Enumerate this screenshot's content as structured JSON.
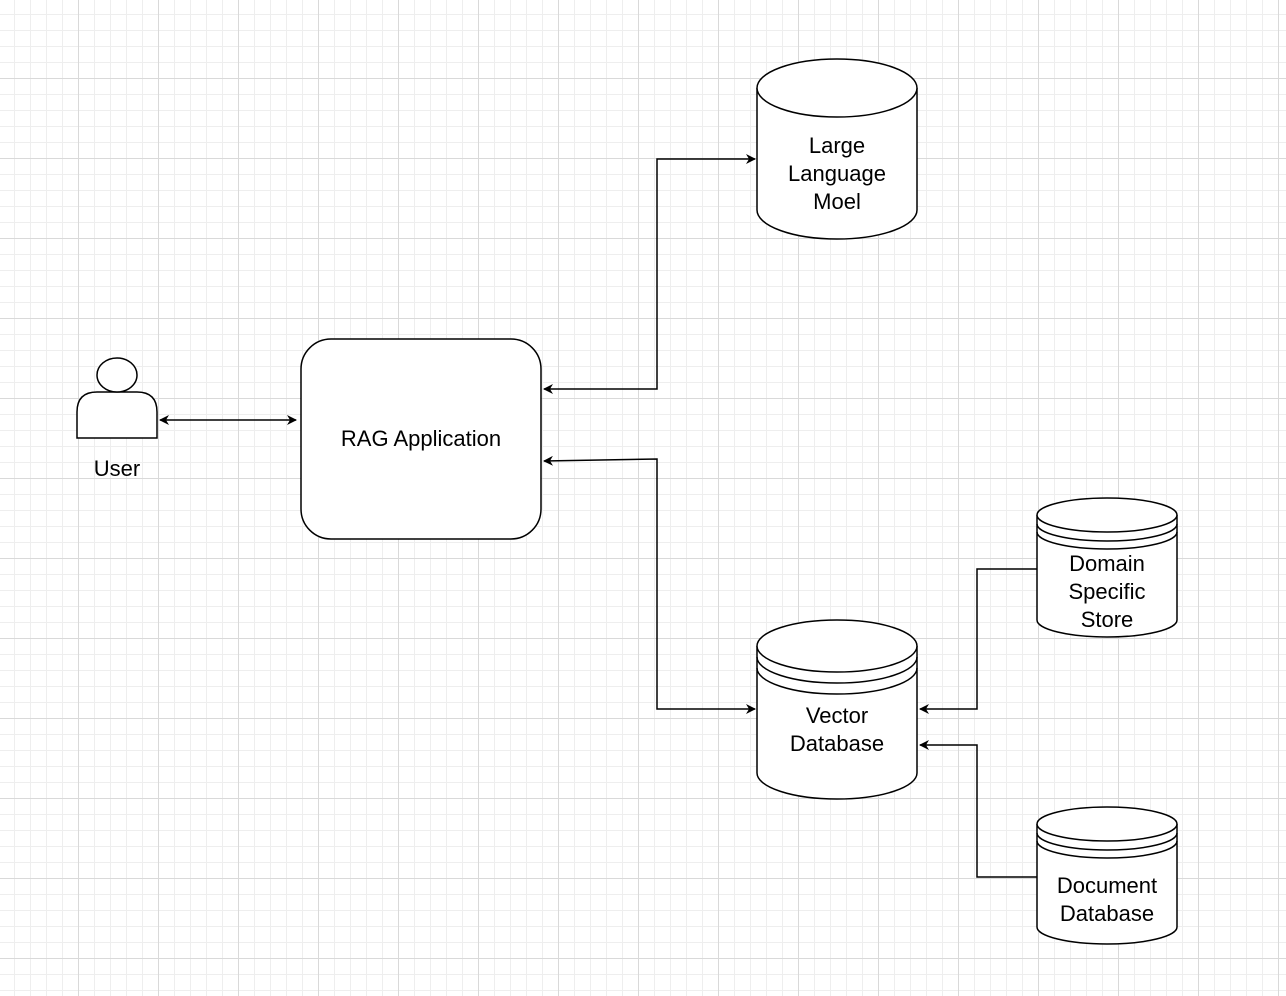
{
  "nodes": {
    "user": {
      "label": "User"
    },
    "rag_app": {
      "label": "RAG Application"
    },
    "llm": {
      "label": "Large\nLanguage\nMoel"
    },
    "vector_db": {
      "label": "Vector\nDatabase"
    },
    "domain_store": {
      "label": "Domain\nSpecific\nStore"
    },
    "document_db": {
      "label": "Document\nDatabase"
    }
  },
  "edges": [
    {
      "from": "user",
      "to": "rag_app",
      "direction": "both"
    },
    {
      "from": "llm",
      "to": "rag_app",
      "direction": "both"
    },
    {
      "from": "vector_db",
      "to": "rag_app",
      "direction": "both"
    },
    {
      "from": "domain_store",
      "to": "vector_db",
      "direction": "forward"
    },
    {
      "from": "document_db",
      "to": "vector_db",
      "direction": "forward"
    }
  ],
  "colors": {
    "stroke": "#000000",
    "fill": "#ffffff",
    "grid": "#d9d9d9"
  }
}
